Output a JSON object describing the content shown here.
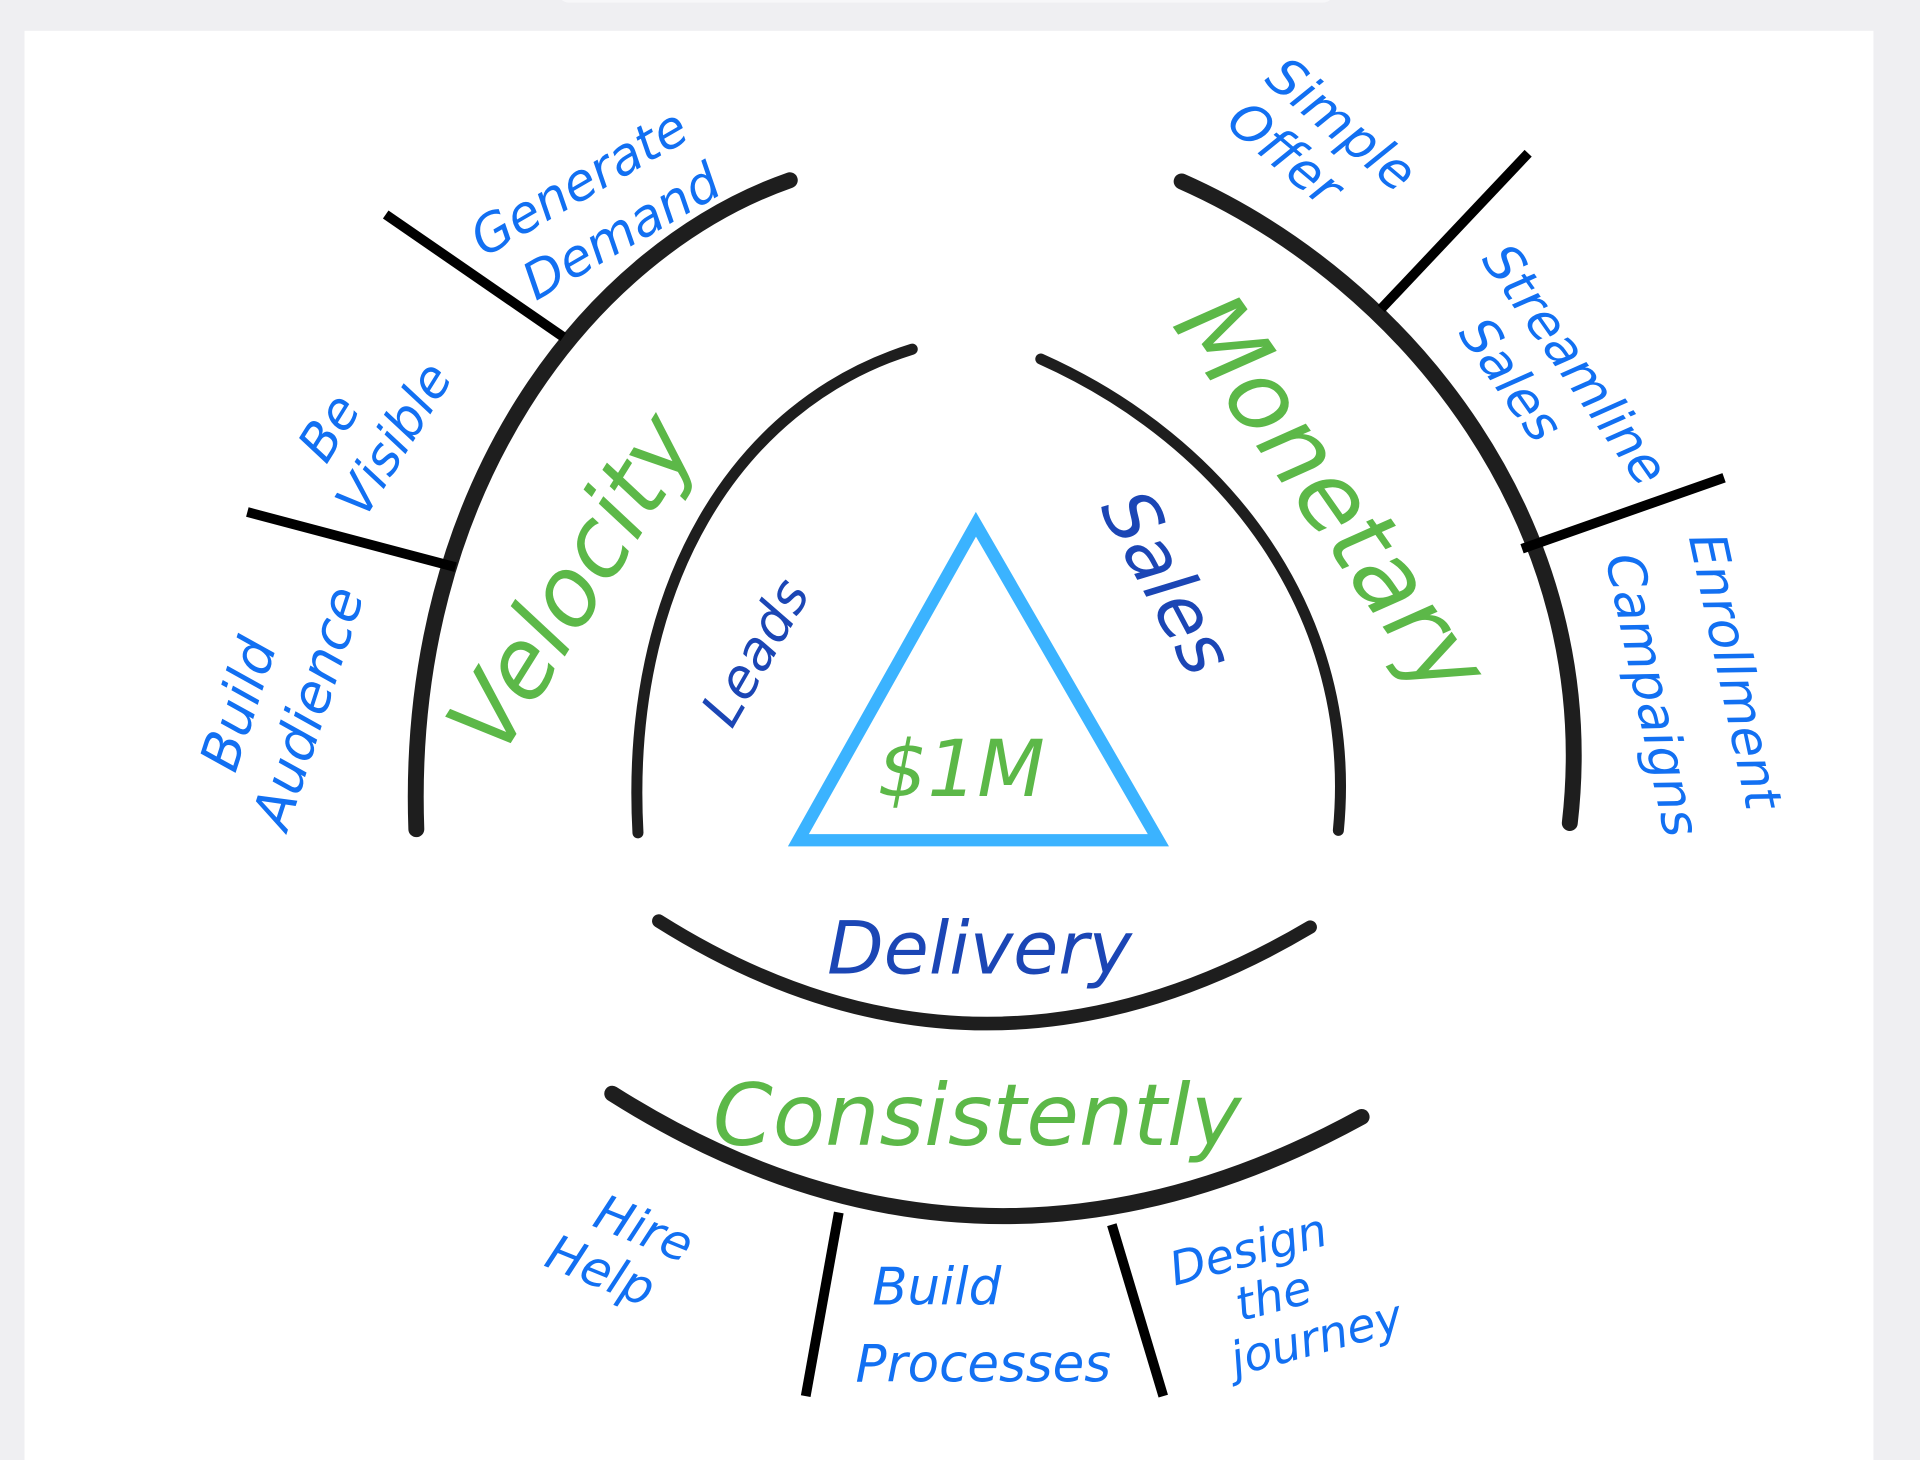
{
  "colors": {
    "ink": "#1e1e1e",
    "blue": "#1270f2",
    "dark_blue": "#1b46b5",
    "green": "#5cb848",
    "triangle": "#3bb3ff"
  },
  "center": {
    "goal": "$1M"
  },
  "velocity": {
    "title": "Velocity",
    "inner": "Leads",
    "steps": [
      {
        "lines": [
          "Generate",
          "Demand"
        ]
      },
      {
        "lines": [
          "Be",
          "Visible"
        ]
      },
      {
        "lines": [
          "Build",
          "Audience"
        ]
      }
    ]
  },
  "monetary": {
    "title": "Monetary",
    "inner": "Sales",
    "steps": [
      {
        "lines": [
          "Simple",
          "Offer"
        ]
      },
      {
        "lines": [
          "Streamline",
          "Sales"
        ]
      },
      {
        "lines": [
          "Campaigns",
          "Enrollment"
        ]
      }
    ]
  },
  "consistently": {
    "title": "Consistently",
    "inner": "Delivery",
    "steps": [
      {
        "lines": [
          "Hire",
          "Help"
        ]
      },
      {
        "lines": [
          "Build",
          "Processes"
        ]
      },
      {
        "lines": [
          "Design",
          "the",
          "journey"
        ]
      }
    ]
  }
}
